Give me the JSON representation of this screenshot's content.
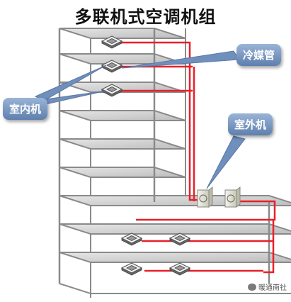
{
  "title": "多联机式空调机组",
  "labels": {
    "refrigerant_pipe": "冷媒管",
    "indoor_unit": "室内机",
    "outdoor_unit": "室外机"
  },
  "watermark": "暖通南社",
  "colors": {
    "pipe": "#e8202a",
    "frame": "#8a8a8a",
    "slab_fill": "#cfcfcf",
    "callout": "#6f8fbd"
  }
}
